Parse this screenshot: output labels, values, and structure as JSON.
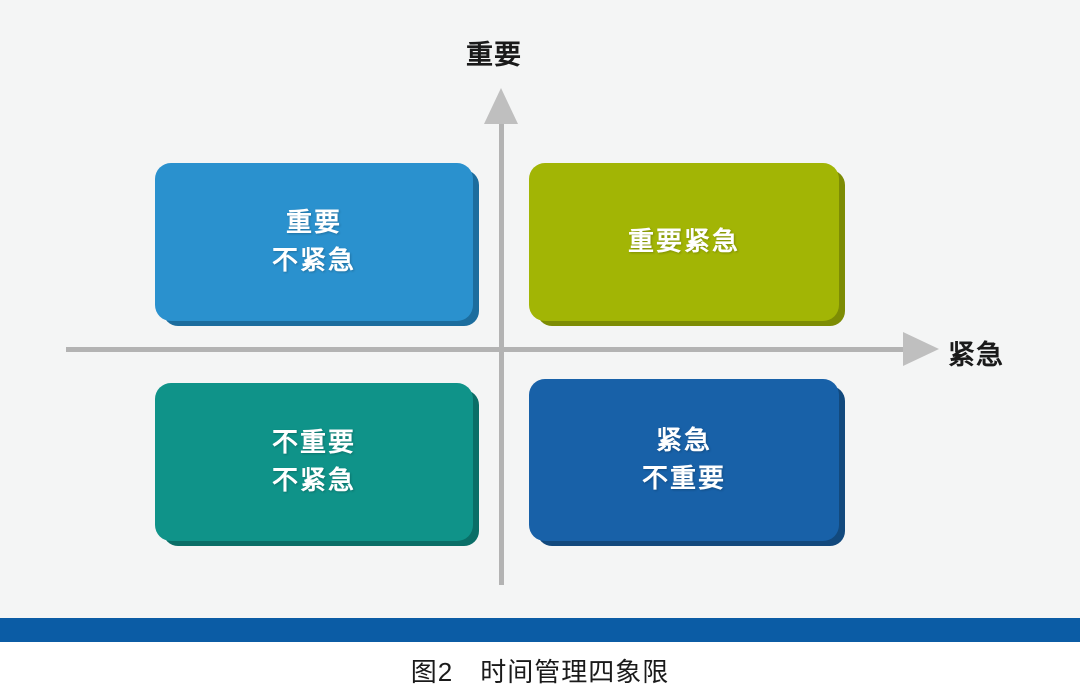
{
  "figure": {
    "background_color": "#f4f5f5",
    "caption": "图2　时间管理四象限",
    "caption_number": "图2",
    "caption_title": "时间管理四象限"
  },
  "axes": {
    "vertical": {
      "label": "重要",
      "color": "#b3b3b3",
      "arrow": "arrow-up-icon"
    },
    "horizontal": {
      "label": "紧急",
      "color": "#b3b3b3",
      "arrow": "arrow-right-icon"
    }
  },
  "quadrants": [
    {
      "id": "important-not-urgent",
      "position": "top-left",
      "line1": "重要",
      "line2": "不紧急",
      "color": "#2a91ce",
      "shadow_color": "#1c6d9e",
      "text_color": "#ffffff"
    },
    {
      "id": "important-urgent",
      "position": "top-right",
      "line1": "重要紧急",
      "line2": "",
      "color": "#a2b505",
      "shadow_color": "#7d8c04",
      "text_color": "#ffffff"
    },
    {
      "id": "not-important-not-urgent",
      "position": "bottom-left",
      "line1": "不重要",
      "line2": "不紧急",
      "color": "#0f9389",
      "shadow_color": "#0a6e67",
      "text_color": "#ffffff"
    },
    {
      "id": "urgent-not-important",
      "position": "bottom-right",
      "line1": "紧急",
      "line2": "不重要",
      "color": "#1861a8",
      "shadow_color": "#12497d",
      "text_color": "#ffffff"
    }
  ],
  "divider": {
    "color": "#0b5ca5"
  }
}
